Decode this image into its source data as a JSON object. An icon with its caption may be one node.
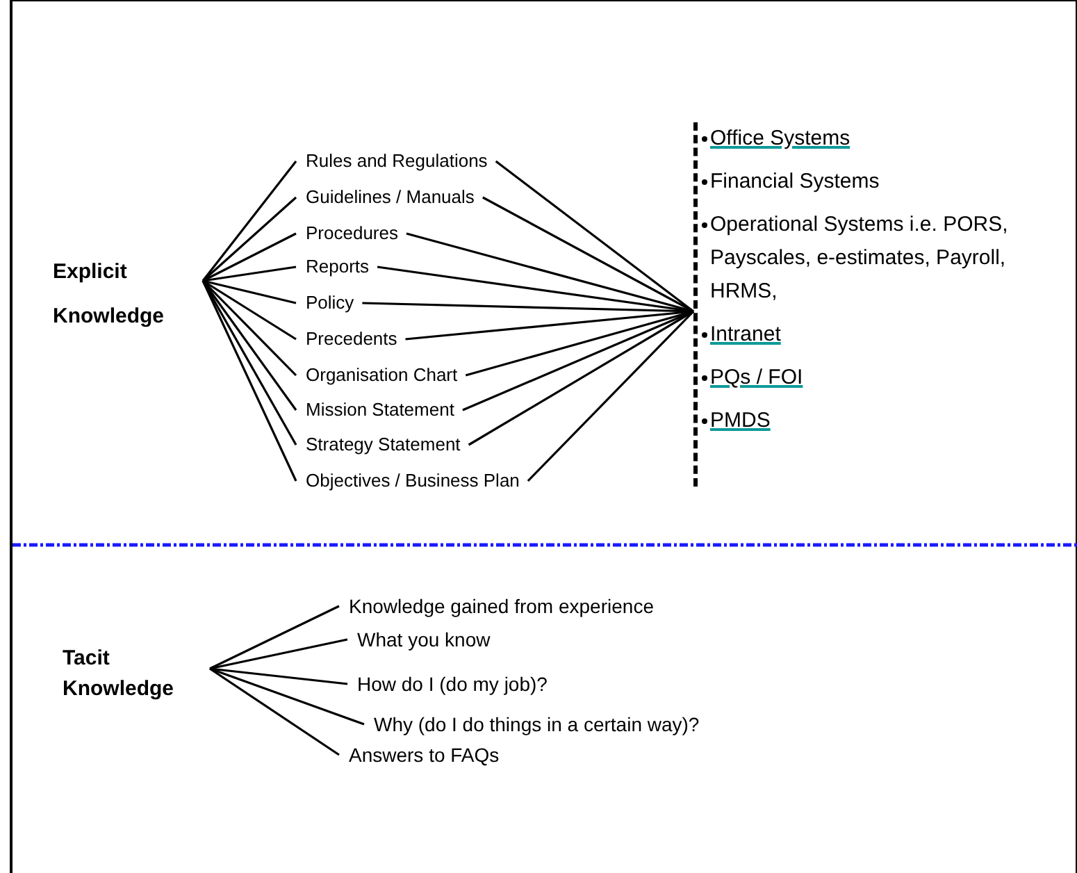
{
  "diagram": {
    "nodes": [
      {
        "text": [
          "Explicit Knowledge"
        ]
      },
      {
        "text": [
          "Rules and Regulations"
        ]
      },
      {
        "text": [
          "Guidelines / Manuals"
        ]
      },
      {
        "text": [
          "Procedures"
        ]
      },
      {
        "text": [
          "Reports"
        ]
      },
      {
        "text": [
          "Policy"
        ]
      },
      {
        "text": [
          "Precedents"
        ]
      },
      {
        "text": [
          "Organisation Chart"
        ]
      },
      {
        "text": [
          "Mission Statement"
        ]
      },
      {
        "text": [
          "Strategy Statement"
        ]
      },
      {
        "text": [
          "Objectives / Business Plan"
        ]
      },
      {
        "text": [
          "Office Systems",
          "Financial Systems",
          "Operational Systems i.e. PORS, Payscales, e-estimates, Payroll, HRMS,",
          "Intranet",
          "PQs / FOI",
          "PMDS"
        ]
      },
      {
        "text": [
          "Tacit Knowledge"
        ]
      },
      {
        "text": [
          "Knowledge gained from experience"
        ]
      },
      {
        "text": [
          "What you know"
        ]
      },
      {
        "text": [
          "How do I (do my job)?"
        ]
      },
      {
        "text": [
          "Why (do I do things in a certain way)?"
        ]
      },
      {
        "text": [
          "Answers to FAQs"
        ]
      }
    ],
    "edges": [
      {
        "from": 0,
        "to": 1,
        "arrow": "none"
      },
      {
        "from": 0,
        "to": 2,
        "arrow": "none"
      },
      {
        "from": 0,
        "to": 3,
        "arrow": "none"
      },
      {
        "from": 0,
        "to": 4,
        "arrow": "none"
      },
      {
        "from": 0,
        "to": 5,
        "arrow": "none"
      },
      {
        "from": 0,
        "to": 6,
        "arrow": "none"
      },
      {
        "from": 0,
        "to": 7,
        "arrow": "none"
      },
      {
        "from": 0,
        "to": 8,
        "arrow": "none"
      },
      {
        "from": 0,
        "to": 9,
        "arrow": "none"
      },
      {
        "from": 0,
        "to": 10,
        "arrow": "none"
      },
      {
        "from": 1,
        "to": 11,
        "arrow": "none"
      },
      {
        "from": 2,
        "to": 11,
        "arrow": "none"
      },
      {
        "from": 3,
        "to": 11,
        "arrow": "none"
      },
      {
        "from": 4,
        "to": 11,
        "arrow": "none"
      },
      {
        "from": 5,
        "to": 11,
        "arrow": "none"
      },
      {
        "from": 6,
        "to": 11,
        "arrow": "none"
      },
      {
        "from": 7,
        "to": 11,
        "arrow": "none"
      },
      {
        "from": 8,
        "to": 11,
        "arrow": "none"
      },
      {
        "from": 9,
        "to": 11,
        "arrow": "none"
      },
      {
        "from": 10,
        "to": 11,
        "arrow": "none"
      },
      {
        "from": 12,
        "to": 13,
        "arrow": "none"
      },
      {
        "from": 12,
        "to": 14,
        "arrow": "none"
      },
      {
        "from": 12,
        "to": 15,
        "arrow": "none"
      },
      {
        "from": 12,
        "to": 16,
        "arrow": "none"
      },
      {
        "from": 12,
        "to": 17,
        "arrow": "none"
      }
    ]
  }
}
